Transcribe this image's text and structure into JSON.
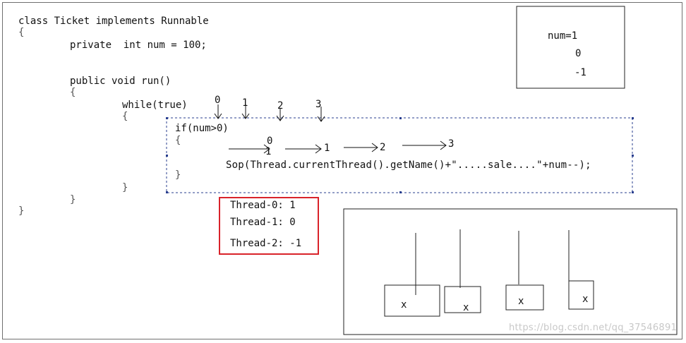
{
  "code": {
    "class_decl": "class Ticket implements Runnable",
    "open_brace_1": "{",
    "field": "private  int num = 100;",
    "method": "public void run()",
    "open_brace_2": "{",
    "while_stmt": "while(true)",
    "open_brace_3": "{",
    "if_stmt": "if(num>0)",
    "open_brace_4": "{",
    "sop_stmt": "Sop(Thread.currentThread().getName()+\".....sale....\"+num--);",
    "close_brace_4": "}",
    "close_brace_3": "}",
    "close_brace_2": "}",
    "close_brace_1": "}"
  },
  "thread_markers": [
    "0",
    "1",
    "2",
    "3"
  ],
  "flow_markers": [
    "0",
    "1",
    "1",
    "2",
    "3"
  ],
  "num_box": {
    "line1": "num=1",
    "line2": "0",
    "line3": "-1"
  },
  "output_box": {
    "lines": [
      "Thread-0: 1",
      "Thread-1: 0",
      "Thread-2: -1"
    ]
  },
  "blocks": {
    "labels": [
      "x",
      "x",
      "x",
      "x"
    ]
  },
  "watermark": "https://blog.csdn.net/qq_37546891"
}
